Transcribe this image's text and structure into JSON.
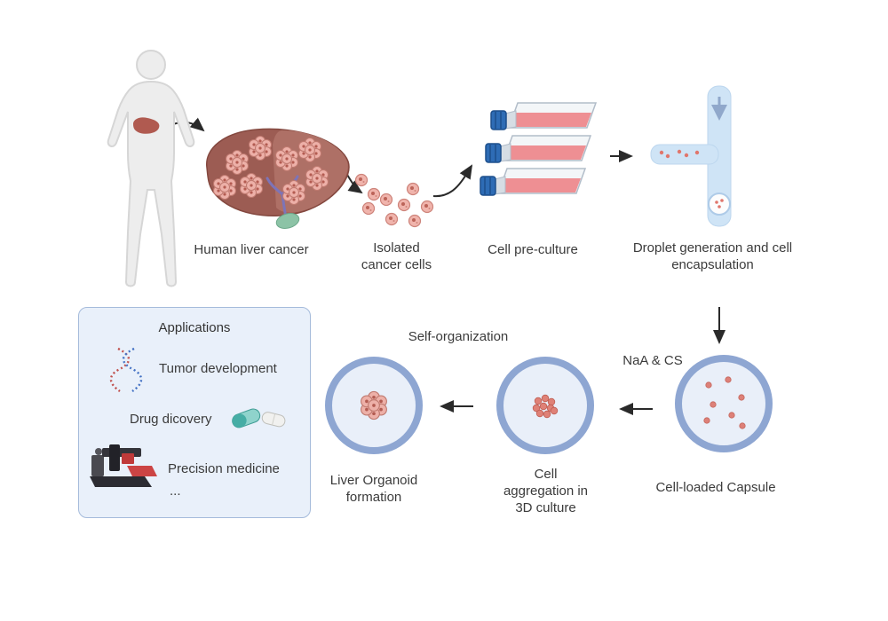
{
  "diagram": {
    "steps": {
      "human_liver_cancer": "Human liver cancer",
      "isolated_cancer_cells": "Isolated cancer cells",
      "cell_preculture": "Cell pre-culture",
      "droplet_generation": "Droplet generation and cell encapsulation",
      "naa_cs": "NaA & CS",
      "cell_loaded_capsule": "Cell-loaded Capsule",
      "cell_aggregation": "Cell aggregation in 3D culture",
      "self_organization": "Self-organization",
      "liver_organoid": "Liver Organoid formation"
    },
    "applications": {
      "title": "Applications",
      "items": [
        {
          "icon": "dna-icon",
          "label": "Tumor development"
        },
        {
          "icon": "pills-icon",
          "label": "Drug dicovery"
        },
        {
          "icon": "sequencer-icon",
          "label": "Precision medicine"
        },
        {
          "icon": "ellipsis",
          "label": "..."
        }
      ]
    },
    "colors": {
      "capsule_border": "#8ea6d2",
      "capsule_fill": "#e9eff9",
      "cell_pink": "#e59189",
      "channel_blue": "#cfe4f6",
      "applications_fill": "#e9f0fa",
      "applications_border": "#a5bbdb",
      "flask_media": "#ee8f93",
      "flask_cap": "#2e6cb5",
      "liver_main": "#9c5c53",
      "text": "#3b3b3b"
    }
  }
}
